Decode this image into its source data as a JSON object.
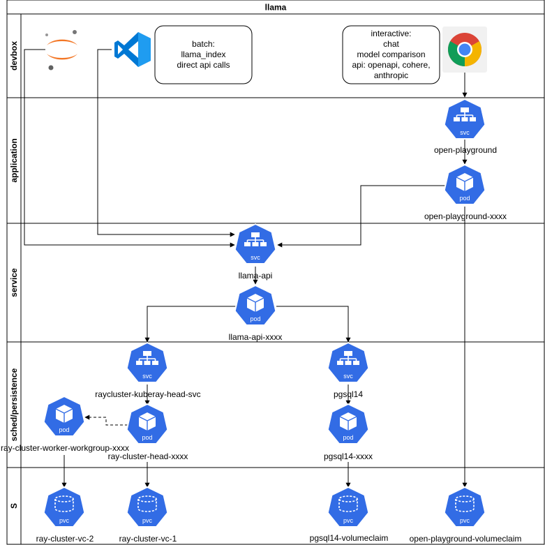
{
  "title": "llama",
  "colors": {
    "k8s_blue": "#326ce5",
    "line": "#000000",
    "jupyter_orange": "#f37726",
    "vscode_blue": "#0065a9"
  },
  "lanes": [
    {
      "id": "devbox",
      "label": "devbox"
    },
    {
      "id": "application",
      "label": "application"
    },
    {
      "id": "service",
      "label": "service"
    },
    {
      "id": "sched",
      "label": "sched/persistence"
    },
    {
      "id": "storage",
      "label": "S"
    }
  ],
  "notes": {
    "batch": [
      "batch:",
      "llama_index",
      "direct api calls"
    ],
    "interactive": [
      "interactive:",
      "chat",
      "model comparison",
      "api: openapi, cohere,",
      "anthropic"
    ]
  },
  "icons": {
    "jupyter": "jupyter-icon",
    "vscode": "vscode-icon",
    "chrome": "chrome-icon"
  },
  "nodes": {
    "open_playground_svc": {
      "kind": "svc",
      "label": "open-playground"
    },
    "open_playground_pod": {
      "kind": "pod",
      "label": "open-playground-xxxx"
    },
    "llama_api_svc": {
      "kind": "svc",
      "label": "llama-api"
    },
    "llama_api_pod": {
      "kind": "pod",
      "label": "llama-api-xxxx"
    },
    "raycluster_head_svc": {
      "kind": "svc",
      "label": "raycluster-kuberay-head-svc"
    },
    "ray_head_pod": {
      "kind": "pod",
      "label": "ray-cluster-head-xxxx"
    },
    "ray_worker_pod": {
      "kind": "pod",
      "label": "ray-cluster-worker-workgroup-xxxx"
    },
    "pgsql_svc": {
      "kind": "svc",
      "label": "pgsql14"
    },
    "pgsql_pod": {
      "kind": "pod",
      "label": "pgsql14-xxxx"
    },
    "pvc_vc2": {
      "kind": "pvc",
      "label": "ray-cluster-vc-2"
    },
    "pvc_vc1": {
      "kind": "pvc",
      "label": "ray-cluster-vc-1"
    },
    "pvc_pgsql": {
      "kind": "pvc",
      "label": "pgsql14-volumeclaim"
    },
    "pvc_openplay": {
      "kind": "pvc",
      "label": "open-playground-volumeclaim"
    }
  },
  "badges": {
    "svc": "svc",
    "pod": "pod",
    "pvc": "pvc"
  }
}
